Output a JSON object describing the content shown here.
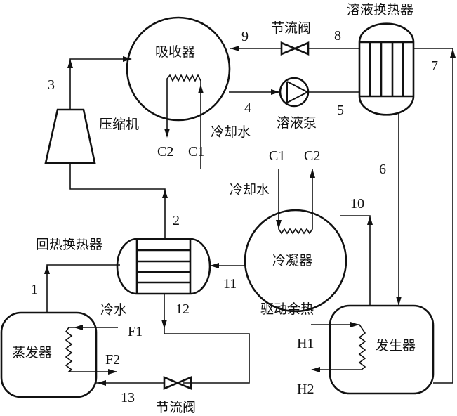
{
  "diagram": {
    "title": "",
    "components": {
      "absorber": "吸收器",
      "throttle_valve_top": "节流阀",
      "solution_heat_exchanger": "溶液换热器",
      "solution_pump": "溶液泵",
      "compressor": "压缩机",
      "cooling_water_absorber": "冷却水",
      "cooling_water_condenser": "冷却水",
      "recuperator": "回热换热器",
      "condenser": "冷凝器",
      "chilled_water": "冷水",
      "evaporator": "蒸发器",
      "throttle_valve_bottom": "节流阀",
      "driving_waste_heat": "驱动余热",
      "generator": "发生器"
    },
    "stream_labels": {
      "s1": "1",
      "s2": "2",
      "s3": "3",
      "s4": "4",
      "s5": "5",
      "s6": "6",
      "s7": "7",
      "s8": "8",
      "s9": "9",
      "s10": "10",
      "s11": "11",
      "s12": "12",
      "s13": "13"
    },
    "port_labels": {
      "absorber_c1": "C1",
      "absorber_c2": "C2",
      "condenser_c1": "C1",
      "condenser_c2": "C2",
      "evaporator_f1": "F1",
      "evaporator_f2": "F2",
      "generator_h1": "H1",
      "generator_h2": "H2"
    }
  }
}
